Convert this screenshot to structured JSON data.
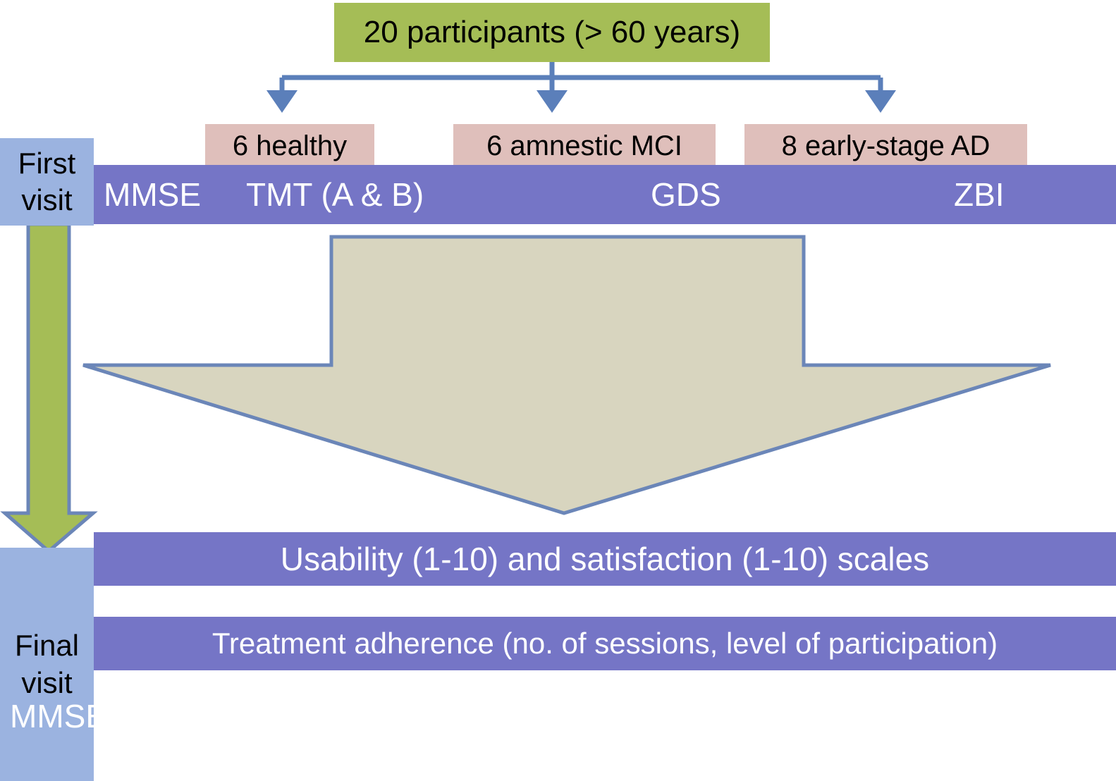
{
  "diagram": {
    "title_box": {
      "label": "20 participants (> 60 years)",
      "color": "#a5bd56"
    },
    "groups": [
      {
        "label": "6 healthy",
        "color": "#dfbfbb"
      },
      {
        "label": "6 amnestic MCI",
        "color": "#dfbfbb"
      },
      {
        "label": "8 early-stage AD",
        "color": "#dfbfbb"
      }
    ],
    "visits": [
      {
        "line1": "First",
        "line2": "visit",
        "color": "#9bb3e0"
      },
      {
        "line1": "Final",
        "line2": "visit",
        "color": "#9bb3e0"
      }
    ],
    "assessments": {
      "mmse": "MMSE",
      "tmt": "TMT (A & B)",
      "gds": "GDS",
      "zbi": "ZBI",
      "bar_color": "#7575c6"
    },
    "final_measures": {
      "usability": "Usability (1-10) and satisfaction (1-10) scales",
      "adherence": "Treatment adherence (no. of sessions, level of participation)"
    },
    "arrows": {
      "intervention_arrow_color": "#d8d5bf",
      "intervention_arrow_outline": "#6b86b8",
      "timeline_arrow_color": "#a5bd56",
      "timeline_arrow_outline": "#6b86b8",
      "connector_color": "#5b7fba"
    }
  }
}
